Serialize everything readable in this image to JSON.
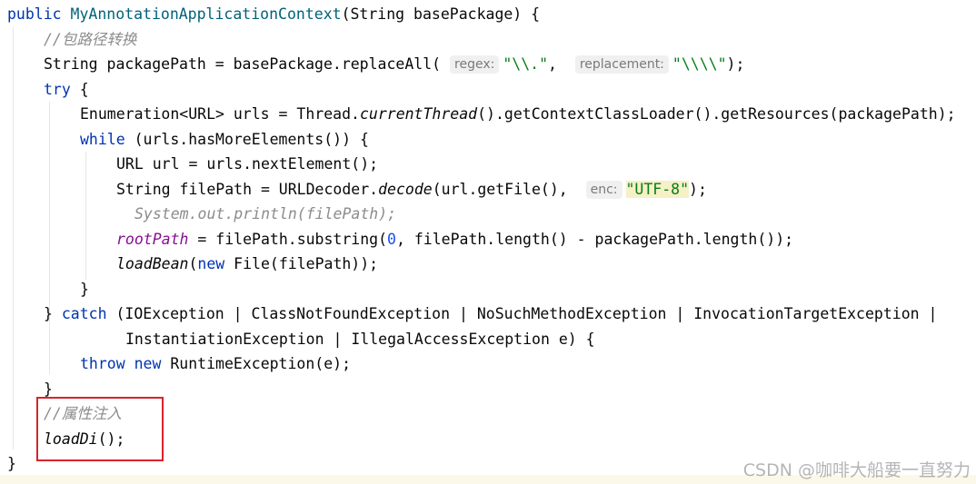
{
  "code": {
    "l1": {
      "kw_public": "public",
      "name": "MyAnnotationApplicationContext",
      "rest": "(String basePackage) {"
    },
    "l2": {
      "comment": "//包路径转换"
    },
    "l3": {
      "pre": "String packagePath = basePackage.replaceAll(",
      "hint1": "regex:",
      "str1": "\"\\\\.\"",
      "sep": ", ",
      "hint2": "replacement:",
      "str2": "\"\\\\\\\\\"",
      "end": ");"
    },
    "l4": {
      "kw_try": "try",
      "rest": " {"
    },
    "l5": {
      "pre": "Enumeration<URL> urls = Thread.",
      "it1": "currentThread",
      "rest": "().getContextClassLoader().getResources(packagePath);"
    },
    "l6": {
      "kw_while": "while",
      "rest": " (urls.hasMoreElements()) {"
    },
    "l7": {
      "text": "URL url = urls.nextElement();"
    },
    "l8": {
      "pre": "String filePath = URLDecoder.",
      "it1": "decode",
      "mid": "(url.getFile(), ",
      "hint": "enc:",
      "str": "\"UTF-8\"",
      "end": ");"
    },
    "l9": {
      "comment": "System.out.println(filePath);"
    },
    "l10": {
      "field": "rootPath",
      "pre": " = filePath.substring(",
      "num": "0",
      "rest": ", filePath.length() - packagePath.length());"
    },
    "l11": {
      "it1": "loadBean",
      "mid": "(",
      "kw_new": "new",
      "rest": " File(filePath));"
    },
    "l12": {
      "text": "}"
    },
    "l13": {
      "pre": "} ",
      "kw_catch": "catch",
      "rest": " (IOException | ClassNotFoundException | NoSuchMethodException | InvocationTargetException |"
    },
    "l14": {
      "text": "InstantiationException | IllegalAccessException e) {"
    },
    "l15": {
      "kw_throw": "throw",
      "sp": " ",
      "kw_new": "new",
      "rest": " RuntimeException(e);"
    },
    "l16": {
      "text": "}"
    },
    "l17": {
      "comment": "//属性注入"
    },
    "l18": {
      "it1": "loadDi",
      "rest": "();"
    },
    "l19": {
      "text": "}"
    }
  },
  "watermark": "CSDN @咖啡大船要一直努力",
  "colors": {
    "keyword": "#0033b3",
    "method_decl": "#00627a",
    "string": "#067d17",
    "comment": "#8c8c8c",
    "field": "#871094",
    "number": "#1750eb",
    "highlight_box": "#d8232a"
  }
}
